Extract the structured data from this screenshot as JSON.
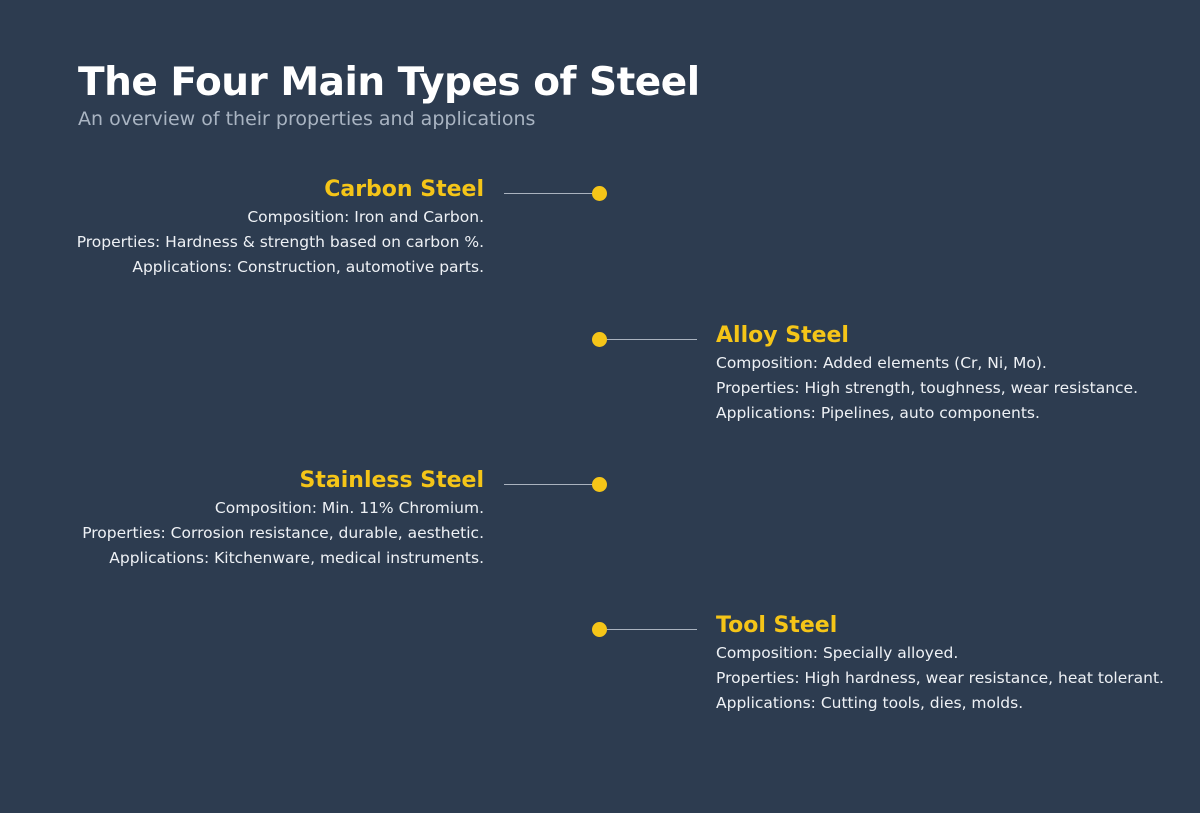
{
  "header": {
    "title": "The Four Main Types of Steel",
    "subtitle": "An overview of their properties and applications"
  },
  "colors": {
    "background": "#2d3c50",
    "accent": "#f5c518",
    "connector": "#aab3bf",
    "text": "#eef1f5",
    "subtitle": "#a9b4c2"
  },
  "timeline": [
    {
      "name": "Carbon Steel",
      "side": "left",
      "composition": "Composition: Iron and Carbon.",
      "properties": "Properties: Hardness & strength based on carbon %.",
      "applications": "Applications: Construction, automotive parts."
    },
    {
      "name": "Alloy Steel",
      "side": "right",
      "composition": "Composition: Added elements (Cr, Ni, Mo).",
      "properties": "Properties: High strength, toughness, wear resistance.",
      "applications": "Applications: Pipelines, auto components."
    },
    {
      "name": "Stainless Steel",
      "side": "left",
      "composition": "Composition: Min. 11% Chromium.",
      "properties": "Properties: Corrosion resistance, durable, aesthetic.",
      "applications": "Applications: Kitchenware, medical instruments."
    },
    {
      "name": "Tool Steel",
      "side": "right",
      "composition": "Composition: Specially alloyed.",
      "properties": "Properties: High hardness, wear resistance, heat tolerant.",
      "applications": "Applications: Cutting tools, dies, molds."
    }
  ]
}
